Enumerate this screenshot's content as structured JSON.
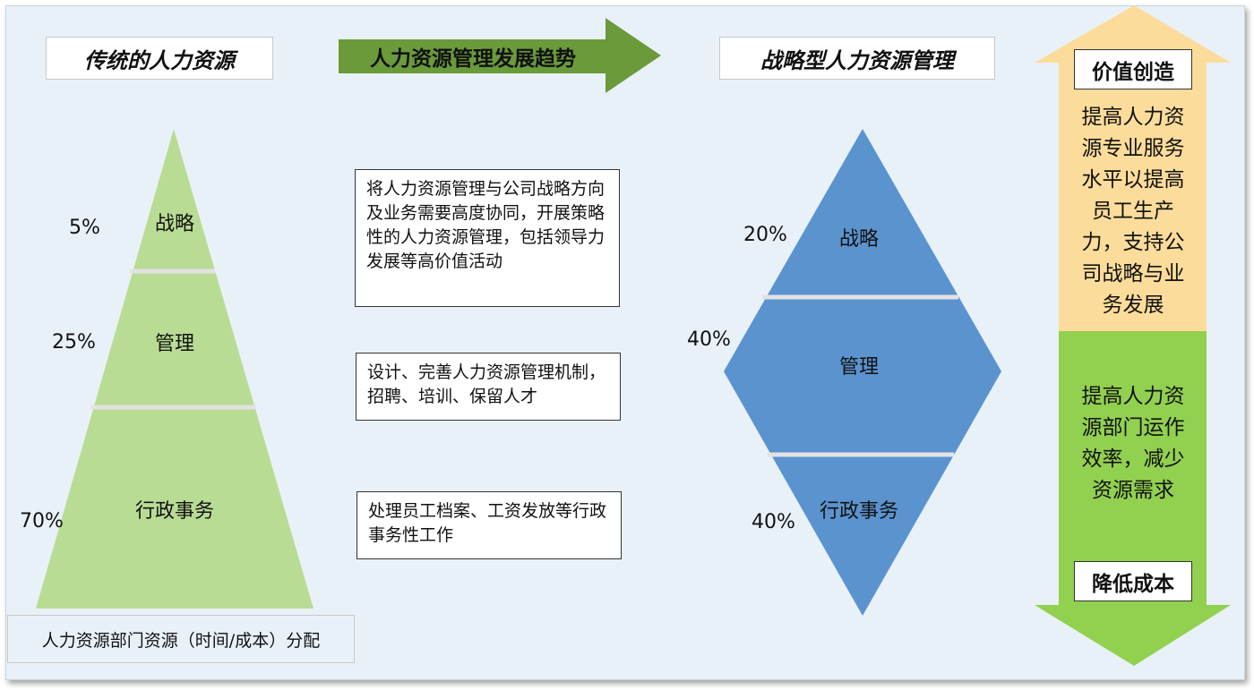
{
  "colors": {
    "pyramid_fill": "#b9dc94",
    "diamond_fill": "#5b93cf",
    "trend_arrow": "#6a9a3a",
    "arrow_top": "#fcdc9a",
    "arrow_bottom": "#92d050",
    "panel_bg": "#e9f1f8"
  },
  "traditional": {
    "title": "传统的人力资源",
    "levels": [
      {
        "label": "战略",
        "percent": "5%"
      },
      {
        "label": "管理",
        "percent": "25%"
      },
      {
        "label": "行政事务",
        "percent": "70%"
      }
    ],
    "footer": "人力资源部门资源（时间/成本）分配"
  },
  "trend": {
    "label": "人力资源管理发展趋势"
  },
  "descriptions": [
    "将人力资源管理与公司战略方向及业务需要高度协同，开展策略性的人力资源管理，包括领导力发展等高价值活动",
    "设计、完善人力资源管理机制，招聘、培训、保留人才",
    "处理员工档案、工资发放等行政事务性工作"
  ],
  "strategic": {
    "title": "战略型人力资源管理",
    "levels": [
      {
        "label": "战略",
        "percent": "20%"
      },
      {
        "label": "管理",
        "percent": "40%"
      },
      {
        "label": "行政事务",
        "percent": "40%"
      }
    ]
  },
  "value_arrow": {
    "top_tag": "价值创造",
    "top_text": "提高人力资源专业服务水平以提高员工生产力，支持公司战略与业务发展",
    "bottom_text": "提高人力资源部门运作效率，减少资源需求",
    "bottom_tag": "降低成本"
  }
}
